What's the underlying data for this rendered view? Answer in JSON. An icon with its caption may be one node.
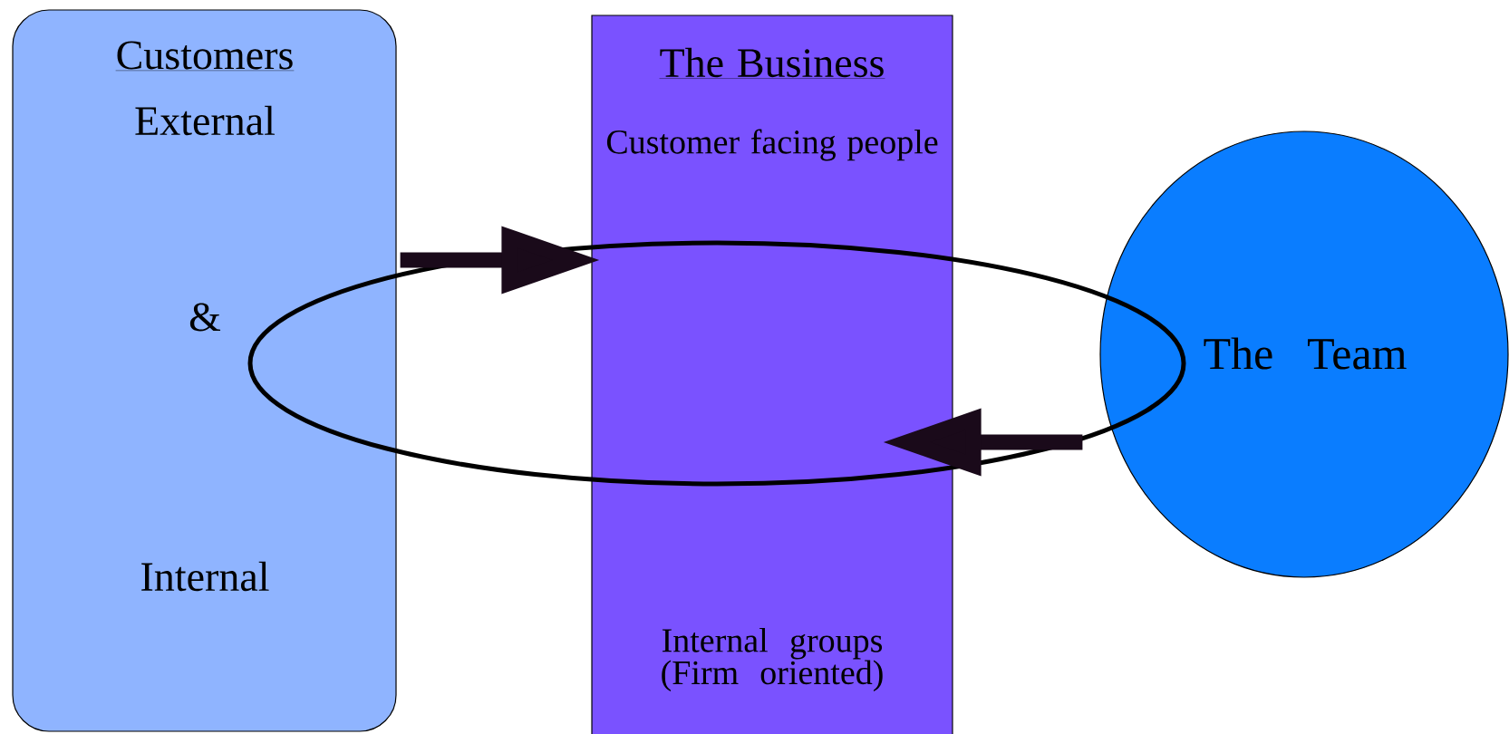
{
  "diagram": {
    "nodes": [
      {
        "text": [
          "Customers",
          "External",
          "&",
          "Internal"
        ]
      },
      {
        "text": [
          "The Business",
          "Customer facing people",
          "Internal groups (Firm oriented)"
        ]
      },
      {
        "text": [
          "The Team"
        ]
      }
    ],
    "edges": [
      {
        "from": 0,
        "to": 1,
        "arrow": "to"
      },
      {
        "from": 2,
        "to": 1,
        "arrow": "to"
      }
    ]
  }
}
